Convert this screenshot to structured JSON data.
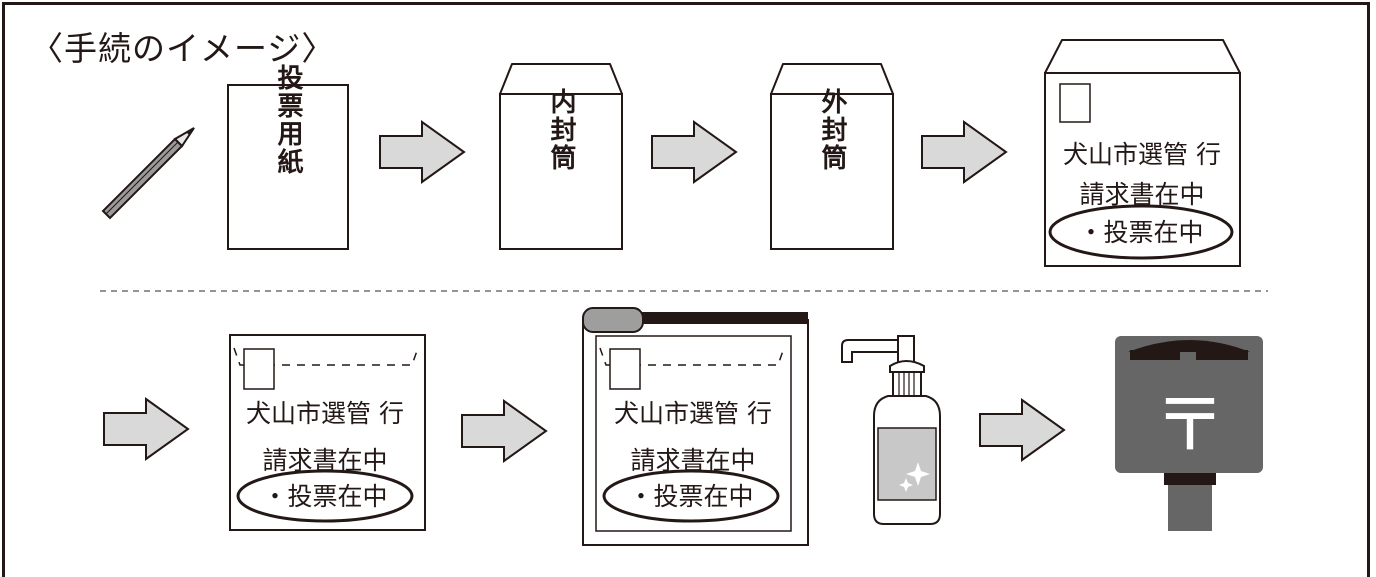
{
  "title": "〈手続のイメージ〉",
  "row1": {
    "ballot_label": "投票用紙",
    "inner_envelope_label": "内封筒",
    "outer_envelope_label": "外封筒",
    "address_line": "犬山市選管 行",
    "request_line": "請求書在中",
    "ballot_enclosed_line": "・投票在中"
  },
  "row2": {
    "address_line": "犬山市選管 行",
    "request_line": "請求書在中",
    "ballot_enclosed_line": "・投票在中",
    "postbox_mark": "〒"
  },
  "colors": {
    "line": "#231815",
    "arrow_fill": "#d9d9d9",
    "postbox": "#666666",
    "bottle_label": "#c8c8c8"
  }
}
